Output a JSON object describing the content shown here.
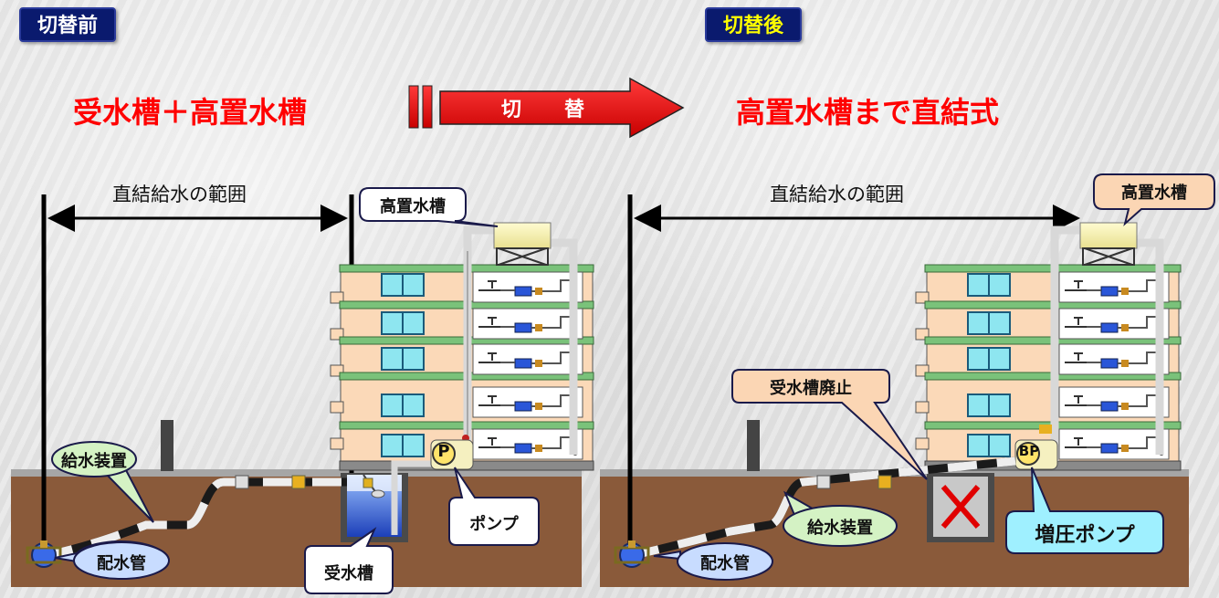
{
  "tags": {
    "before": "切替前",
    "after": "切替後"
  },
  "headlines": {
    "before": "受水槽＋高置水槽",
    "after": "高置水槽まで直結式"
  },
  "switch_arrow": {
    "label": "切　　替"
  },
  "range_labels": {
    "left": "直結給水の範囲",
    "right": "直結給水の範囲"
  },
  "callouts": {
    "left_tank_high": "高置水槽",
    "left_supply": "給水装置",
    "left_main": "配水管",
    "left_pump": "ポンプ",
    "left_receiving": "受水槽",
    "right_tank_high": "高置水槽",
    "right_abolish": "受水槽廃止",
    "right_supply": "給水装置",
    "right_main": "配水管",
    "right_booster": "増圧ポンプ",
    "pump_symbol": "P",
    "booster_symbol": "BP"
  },
  "colors": {
    "headline": "#ff0000",
    "tag_bg": "#0a1a6e",
    "building_wall": "#fbd9b8",
    "floor_slab": "#7ac27a",
    "ground": "#8a5a3a",
    "callout_blue_fill": "#c8dcff",
    "callout_green_fill": "#d4f2c4",
    "callout_peach_fill": "#fbd6b4",
    "callout_cyan_fill": "#9ff0ff",
    "cross": "#e00000"
  }
}
